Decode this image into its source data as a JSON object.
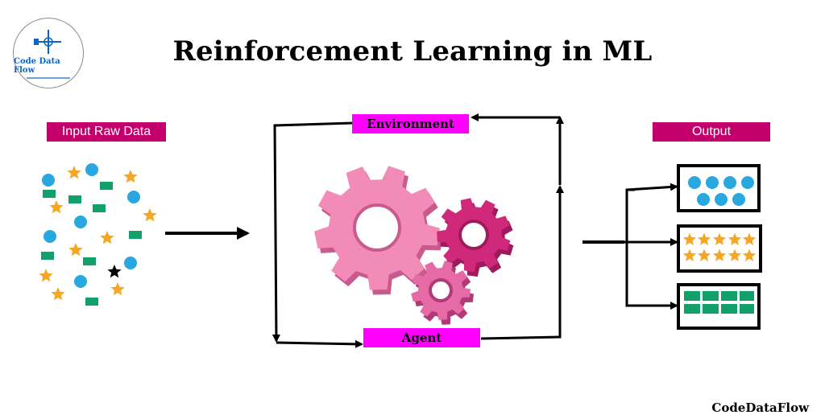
{
  "logo": {
    "text": "Code Data Flow",
    "icon": "cross-logo-icon"
  },
  "title": "Reinforcement Learning in ML",
  "input": {
    "label": "Input Raw Data"
  },
  "environment": {
    "label": "Environment"
  },
  "agent": {
    "label": "Agent"
  },
  "output": {
    "label": "Output"
  },
  "footer": "CodeDataFlow",
  "colors": {
    "label_bg": "#c3006b",
    "rl_label_bg": "#ff00ff",
    "circle": "#29a8e0",
    "star": "#f5a623",
    "rect": "#12a06a",
    "gear_light": "#f28bb8",
    "gear_dark": "#d0287a"
  }
}
